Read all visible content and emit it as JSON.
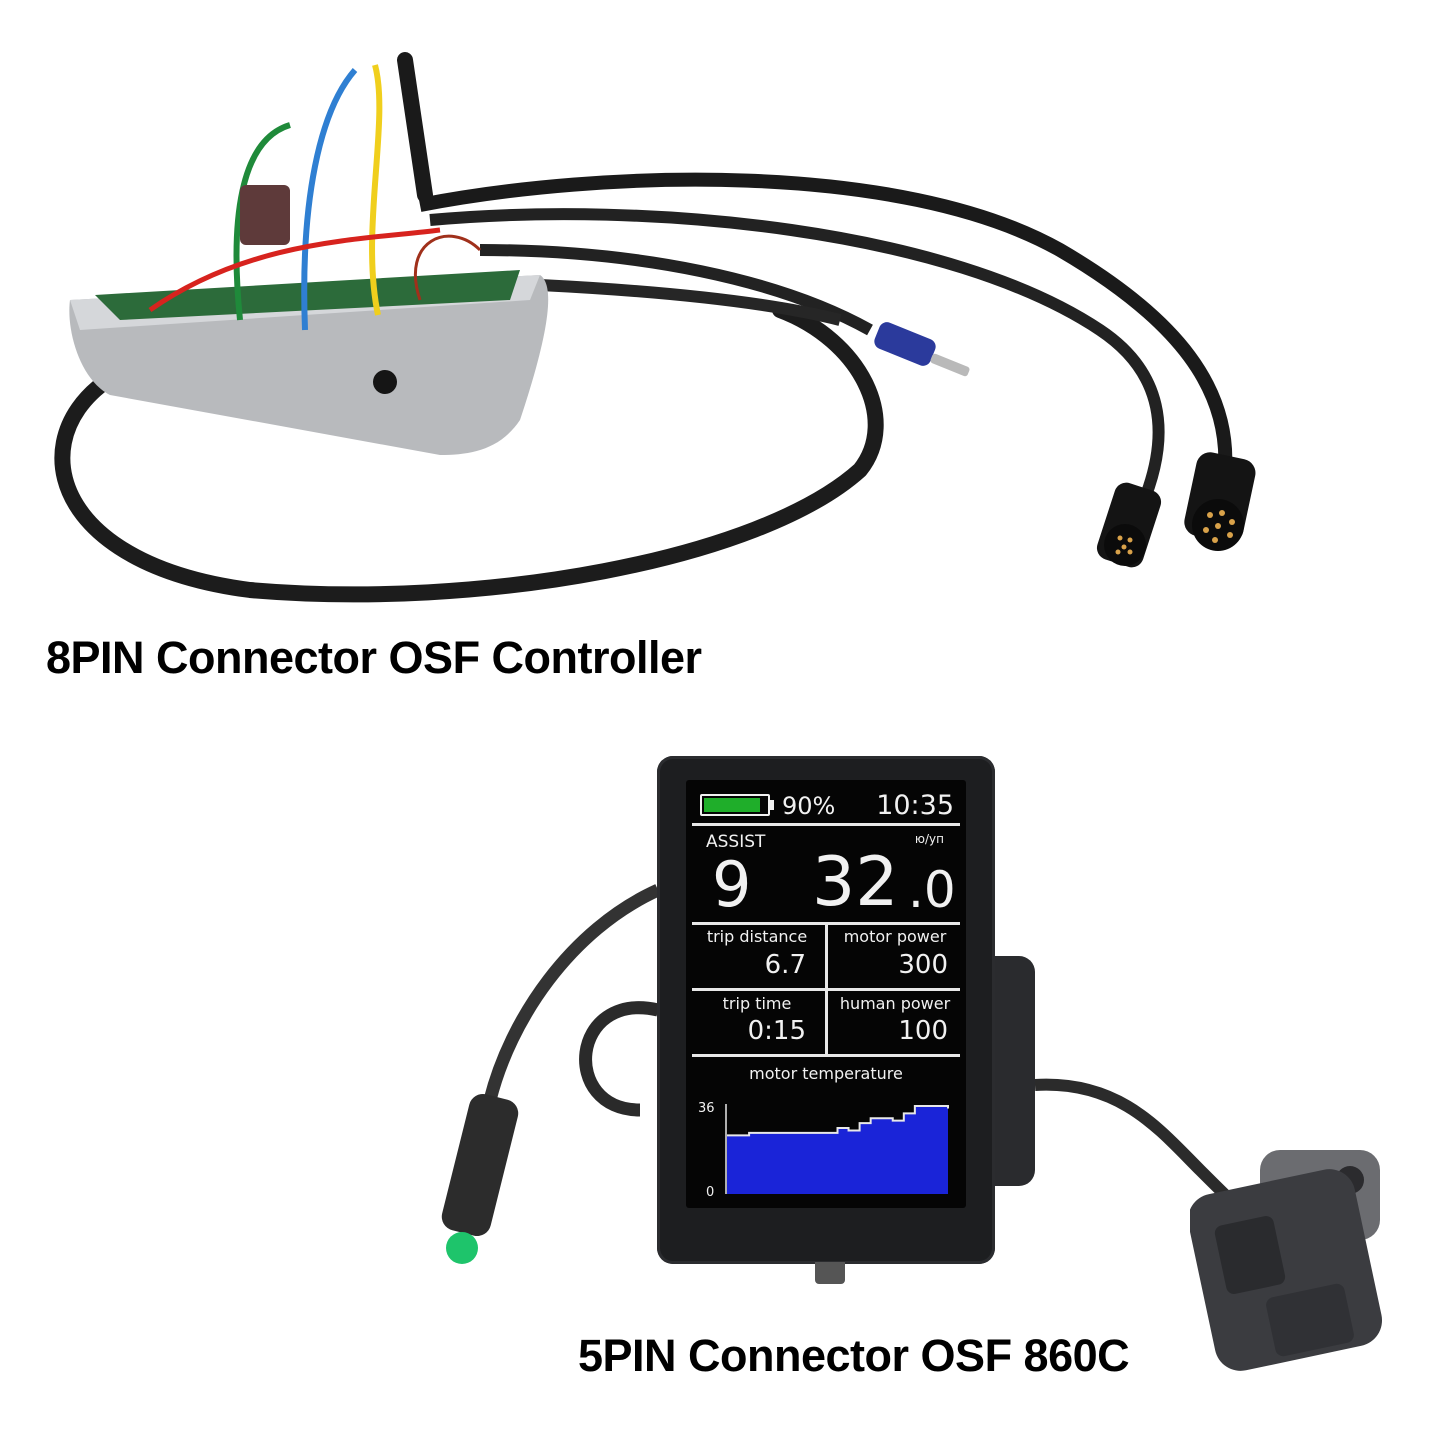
{
  "captions": {
    "top": "8PIN Connector OSF Controller",
    "bottom": "5PIN Connector OSF 860C"
  },
  "display": {
    "status_bar": {
      "battery_percent": "90%",
      "battery_level": 90,
      "battery_color": "#1fae2a",
      "clock": "10:35"
    },
    "assist": {
      "label": "ASSIST",
      "value": "9"
    },
    "speed": {
      "unit": "ю/уп",
      "integer": "32",
      "decimal": ".0"
    },
    "cells": [
      {
        "label": "trip distance",
        "value": "6.7"
      },
      {
        "label": "motor power",
        "value": "300"
      },
      {
        "label": "trip time",
        "value": "0:15"
      },
      {
        "label": "human power",
        "value": "100"
      }
    ],
    "temperature_title": "motor  temperature"
  },
  "chart_data": {
    "type": "area",
    "title": "motor  temperature",
    "ylim": [
      0,
      36
    ],
    "yticks": [
      "36",
      "0"
    ],
    "fill_color": "#1a24d8",
    "line_color": "#e8e8e8",
    "x": [
      0,
      10,
      20,
      30,
      40,
      50,
      55,
      60,
      65,
      70,
      75,
      80,
      85,
      90,
      95,
      100
    ],
    "values": [
      24,
      25,
      25,
      25,
      25,
      27,
      26,
      29,
      31,
      31,
      30,
      33,
      36,
      36,
      36,
      35
    ]
  },
  "products": {
    "controller": "OSF controller with 8-pin connector",
    "display": "OSF 860C display with 5-pin connector",
    "remote": "handlebar remote"
  }
}
